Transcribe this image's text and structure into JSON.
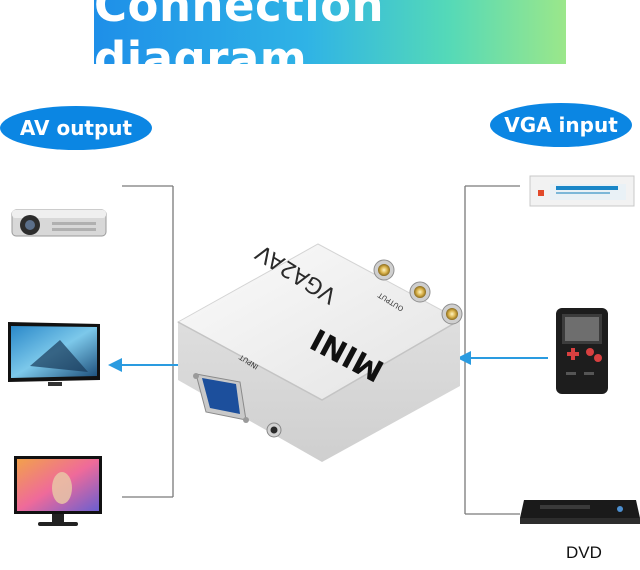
{
  "title": "Connection diagram",
  "left_label": "AV output",
  "right_label": "VGA input",
  "dvd_label": "DVD",
  "device": {
    "model": "VGA2AV",
    "brand": "MINI",
    "output_port_label": "OUTPUT",
    "input_port_label": "INPUT"
  },
  "colors": {
    "accent_blue": "#0b86e3",
    "arrow_blue": "#2a9be0",
    "banner_gradient": [
      "#1e8fe8",
      "#54d9b8",
      "#9be78a"
    ]
  }
}
